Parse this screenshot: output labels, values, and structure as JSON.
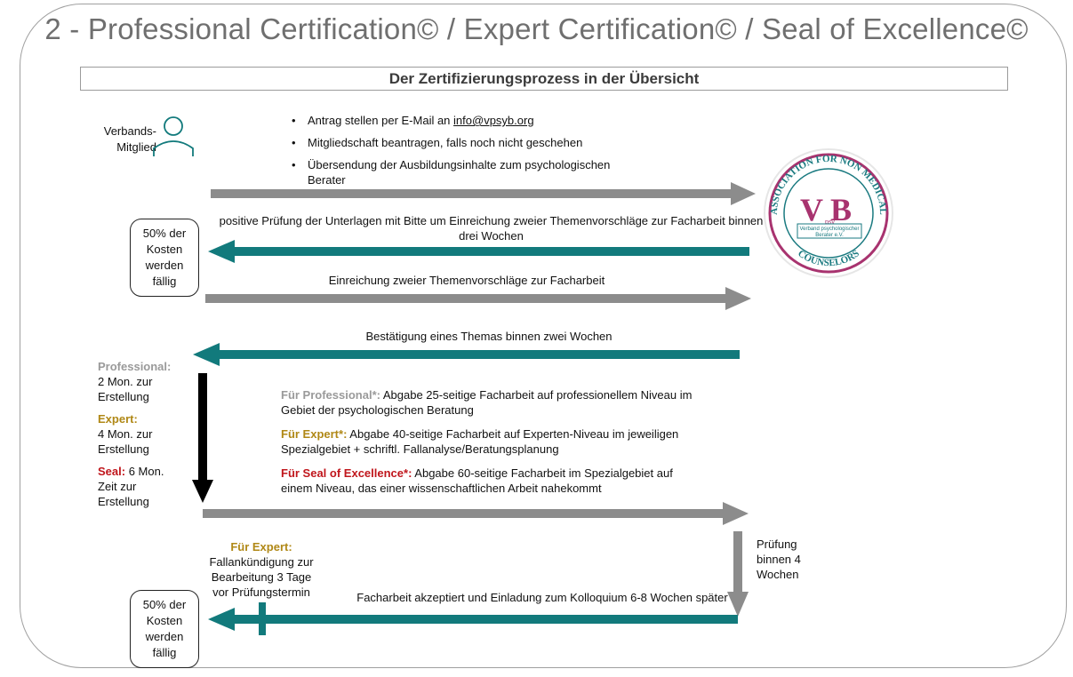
{
  "title": "2 - Professional Certification© / Expert Certification© / Seal of Excellence©",
  "subtitle": "Der Zertifizierungsprozess in der Übersicht",
  "member": {
    "label": "Verbands-\nMitglied",
    "icon": "person-icon"
  },
  "steps_intro": {
    "bullet1_prefix": "Antrag stellen per E-Mail an ",
    "bullet1_email": "info@vpsyb.org",
    "bullet2": "Mitgliedschaft beantragen, falls noch nicht geschehen",
    "bullet3": "Übersendung der Ausbildungsinhalte zum psychologischen Berater"
  },
  "logo": {
    "top_arc": "ASSOCIATION FOR NON MEDICAL",
    "bottom_arc": "COUNSELORS",
    "monogram_left": "V",
    "monogram_small": "psy",
    "monogram_right": "B",
    "line1": "Verband psychologischer",
    "line2": "Berater e.V.",
    "ring_color": "#a8336f",
    "accent_color": "#1a7a80"
  },
  "cost_box_1": "50% der Kosten werden fällig",
  "cost_box_2": "50% der Kosten werden fällig",
  "arrow_labels": {
    "review": "positive Prüfung der Unterlagen mit Bitte um Einreichung zweier Themenvorschläge zur Facharbeit binnen drei Wochen",
    "submit_topics": "Einreichung zweier Themenvorschläge zur Facharbeit",
    "confirm_topic": "Bestätigung eines Themas binnen zwei Wochen",
    "exam": "Prüfung binnen 4 Wochen",
    "accepted": "Facharbeit akzeptiert und Einladung zum Kolloquium 6-8 Wochen später"
  },
  "durations": {
    "professional_label": "Professional:",
    "professional_text": "2 Mon. zur Erstellung",
    "expert_label": "Expert:",
    "expert_text": "4 Mon. zur Erstellung",
    "seal_label": "Seal:",
    "seal_text": " 6 Mon. Zeit zur Erstellung"
  },
  "requirements": {
    "professional_label": "Für Professional*:",
    "professional_text": " Abgabe 25-seitige Facharbeit auf professionellem Niveau im Gebiet der psychologischen Beratung",
    "expert_label": "Für Expert*:",
    "expert_text": "  Abgabe 40-seitige Facharbeit auf Experten-Niveau im jeweiligen Spezialgebiet + schriftl. Fallanalyse/Beratungsplanung",
    "seal_label": "Für Seal of Excellence*:",
    "seal_text": " Abgabe 60-seitige Facharbeit im Spezialgebiet auf einem Niveau, das einer wissenschaftlichen Arbeit nahekommt"
  },
  "expert_note": {
    "label": "Für Expert:",
    "text": "Fallankündigung zur Bearbeitung 3 Tage vor Prüfungstermin"
  },
  "colors": {
    "teal": "#127a7c",
    "gray_arrow": "#8c8c8c",
    "black_arrow": "#000000",
    "label_gray": "#9a9a9a",
    "label_gold": "#b08816",
    "label_red": "#c0161c"
  }
}
